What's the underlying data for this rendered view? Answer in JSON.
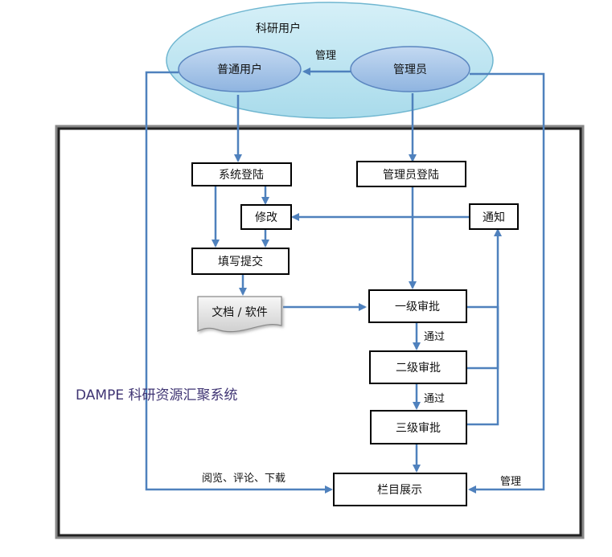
{
  "diagram": {
    "user_group": "科研用户",
    "system_title": "DAMPE 科研资源汇聚系统",
    "nodes": {
      "normal_user": "普通用户",
      "admin": "管理员",
      "system_login": "系统登陆",
      "admin_login": "管理员登陆",
      "modify": "修改",
      "notify": "通知",
      "fill_submit": "填写提交",
      "document": "文档 / 软件",
      "approve1": "一级审批",
      "approve2": "二级审批",
      "approve3": "三级审批",
      "column_display": "栏目展示"
    },
    "edge_labels": {
      "manage_top": "管理",
      "pass1": "通过",
      "pass2": "通过",
      "browse": "阅览、评论、下载",
      "manage_right": "管理"
    },
    "colors": {
      "arrow": "#4f81bd",
      "ellipse_outer_fill": "#b9e3f0",
      "ellipse_inner_fill": "#9cc0e6",
      "title_text": "#3f3473",
      "box_border": "#000000"
    }
  }
}
